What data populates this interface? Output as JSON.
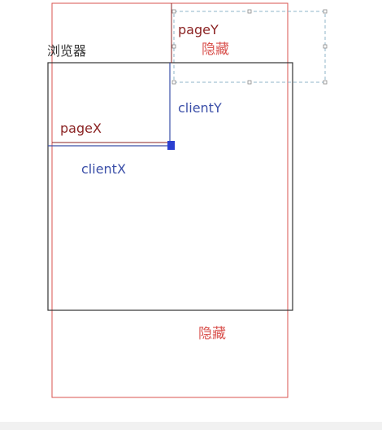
{
  "labels": {
    "browser": "浏览器",
    "hidden_top": "隐藏",
    "hidden_bottom": "隐藏",
    "page_y": "pageY",
    "page_x": "pageX",
    "client_y": "clientY",
    "client_x": "clientX"
  },
  "colors": {
    "page_border": "#d9534f",
    "viewport_border": "#333333",
    "client_lines": "#3b4fa8",
    "page_lines": "#8b2323",
    "selection_dashed": "#8fb4c9",
    "pointer": "#2b3fd0",
    "hidden_text": "#d9534f"
  }
}
